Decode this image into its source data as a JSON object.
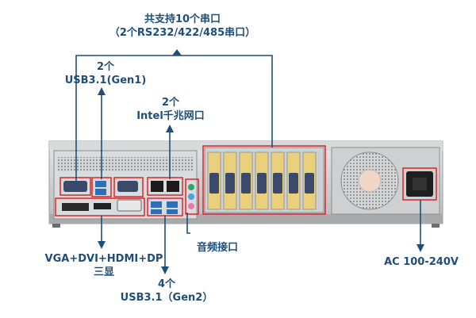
{
  "labels": {
    "serial_line1": "共支持10个串口",
    "serial_line2": "（2个RS232/422/485串口）",
    "usb31_gen1_count": "2个",
    "usb31_gen1": "USB3.1(Gen1)",
    "intel_lan_count": "2个",
    "intel_lan": "Intel千兆网口",
    "display_line1": "VGA+DVI+HDMI+DP",
    "display_line2": "三显",
    "usb31_gen2_count": "4个",
    "usb31_gen2": "USB3.1（Gen2）",
    "audio": "音频接口",
    "power": "AC 100-240V"
  },
  "colors": {
    "annotation_text": "#1f4e79",
    "callout_line": "#1f4e79",
    "highlight_box": "#d9262b",
    "chassis": "#c9cacb"
  },
  "icons": [
    "fan-grille-icon",
    "power-socket-icon",
    "db9-serial-icon",
    "vga-port-icon",
    "dvi-port-icon",
    "hdmi-port-icon",
    "usb-port-icon",
    "rj45-port-icon",
    "audio-jack-icon"
  ]
}
